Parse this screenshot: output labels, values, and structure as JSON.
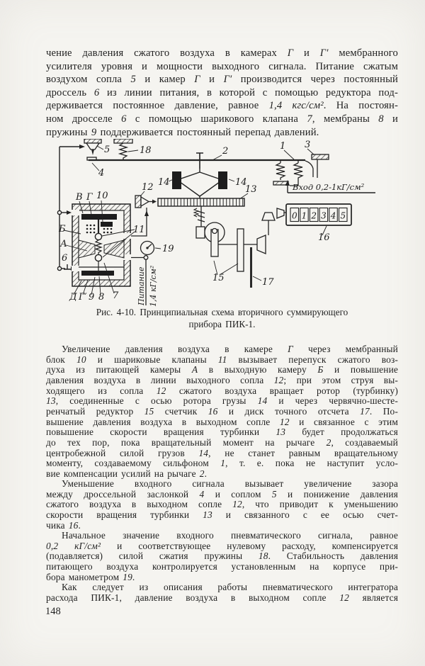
{
  "page": {
    "number": "148"
  },
  "intro": {
    "lines": [
      "чение давления сжатого воздуха в камерах Г и Г′ мембранного",
      "усилителя уровня и мощности выходного сигнала. Питание сжатым",
      "воздухом сопла 5 и камер Г и Г′ производится через постоянный",
      "дроссель 6 из линии питания, в которой с помощью редуктора под-",
      "держивается постоянное давление, равное 1,4 кгс/см². На постоян-",
      "ном дросселе 6 с помощью шарикового клапана 7, мембраны 8 и",
      "пружины 9 поддерживается постоянный перепад давлений."
    ]
  },
  "caption": {
    "line1": "Рис. 4-10. Принципиальная схема вторичного суммирующего",
    "line2": "прибора ПИК-1."
  },
  "body": {
    "p2": {
      "lines": [
        "Увеличение давления воздуха в камере Г через мембранный",
        "блок 10 и шариковые клапаны 11 вызывает перепуск сжатого воз-",
        "духа из питающей камеры А в выходную камеру Б и повышение",
        "давления воздуха в линии выходного сопла 12; при этом струя вы-",
        "ходящего из сопла 12 сжатого воздуха вращает ротор (турбинку)",
        "13, соединенные с осью ротора грузы 14 и через червячно-шесте-",
        "ренчатый редуктор 15 счетчик 16 и диск точного отсчета 17. По-",
        "вышение давления воздуха в выходном сопле 12 и связанное с этим",
        "повышение скорости вращения турбинки 13 будет продолжаться",
        "до тех пор, пока вращательный момент на рычаге 2, создаваемый",
        "центробежной силой грузов 14, не станет равным вращательному",
        "моменту, создаваемому сильфоном 1, т. е. пока не наступит усло-",
        "вие компенсации усилий на рычаге 2."
      ]
    },
    "p3": {
      "lines": [
        "Уменьшение входного сигнала вызывает увеличение зазора",
        "между дроссельной заслонкой 4 и соплом 5 и понижение давления",
        "сжатого воздуха в выходном сопле 12, что приводит к уменьшению",
        "скорости вращения турбинки 13 и связанного с ее осью счет-",
        "чика 16."
      ]
    },
    "p4": {
      "lines": [
        "Начальное значение входного пневматического сигнала, равное",
        "0,2 кГ/см² и соответствующее нулевому расходу, компенсируется",
        "(подавляется) силой сжатия пружины 18. Стабильность давления",
        "питающего воздуха контролируется установленным на корпусе при-",
        "бора манометром 19."
      ]
    },
    "p5": {
      "lines": [
        "Как следует из описания работы пневматического интегратора",
        "расхода ПИК-1, давление воздуха в выходном сопле 12 является"
      ]
    }
  },
  "figure": {
    "labels": {
      "b1": "1",
      "b2": "2",
      "b3": "3",
      "b4": "4",
      "b5": "5",
      "b6": "6",
      "b7": "7",
      "b8": "8",
      "b9": "9",
      "b10": "10",
      "b11": "11",
      "b12": "12",
      "b13": "13",
      "b14": "14",
      "b15": "15",
      "b16": "16",
      "b17": "17",
      "b18": "18",
      "b19": "19",
      "cam_v": "В",
      "cam_g": "Г",
      "cam_b": "Б",
      "cam_a": "А",
      "cam_d": "Д",
      "cam_g2": "Г′",
      "input": "Вход 0,2-1кГ/см²",
      "supply1": "Питание",
      "supply2": "1,4 кГ/см²"
    },
    "counter_digits": [
      "0",
      "1",
      "2",
      "3",
      "4",
      "5"
    ]
  }
}
